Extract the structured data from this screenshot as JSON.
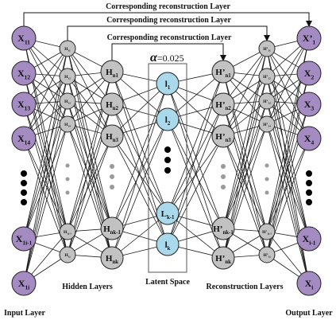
{
  "colors": {
    "input_fill": "#a48bc2",
    "hidden_fill": "#c2c2c2",
    "latent_fill": "#aad9ec",
    "node_stroke": "#222222",
    "edge": "#1a1a1a",
    "text": "#111111"
  },
  "reconstruction_labels": [
    "Corresponding reconstruction Layer",
    "Corresponding reconstruction Layer",
    "Corresponding reconstruction Layer"
  ],
  "alpha": {
    "symbol": "α",
    "value": "=0.025"
  },
  "layers": [
    {
      "name": "input",
      "caption": "Input Layer",
      "role": "input",
      "top": [
        {
          "base": "X",
          "sub": "11"
        },
        {
          "base": "X",
          "sub": "12"
        },
        {
          "base": "X",
          "sub": "13"
        },
        {
          "base": "X",
          "sub": "14"
        }
      ],
      "bottom": [
        {
          "base": "X",
          "sub": "1i-1"
        },
        {
          "base": "X",
          "sub": "1i"
        }
      ]
    },
    {
      "name": "hidden-1",
      "caption": "",
      "role": "hidden-small",
      "top": [
        {
          "base": "H",
          "sub": "11"
        },
        {
          "base": "H",
          "sub": "12"
        },
        {
          "base": "H",
          "sub": "13"
        },
        {
          "base": "H",
          "sub": "14"
        }
      ],
      "bottom": [
        {
          "base": "H",
          "sub": "1j-1"
        },
        {
          "base": "H",
          "sub": "1j"
        }
      ]
    },
    {
      "name": "hidden-n",
      "caption": "Hidden Layers",
      "role": "hidden",
      "top": [
        {
          "base": "H",
          "sub": "n1"
        },
        {
          "base": "H",
          "sub": "n2"
        },
        {
          "base": "H",
          "sub": "n3"
        }
      ],
      "bottom": [
        {
          "base": "H",
          "sub": "nk-1"
        },
        {
          "base": "H",
          "sub": "nk"
        }
      ]
    },
    {
      "name": "latent",
      "caption": "Latent Space",
      "role": "latent",
      "top": [
        {
          "base": "l",
          "sub": "1"
        },
        {
          "base": "l",
          "sub": "2"
        }
      ],
      "bottom": [
        {
          "base": "L",
          "sub": "k-1"
        },
        {
          "base": "l",
          "sub": "k"
        }
      ]
    },
    {
      "name": "recon-n",
      "caption": "Reconstruction Layers",
      "role": "hidden",
      "top": [
        {
          "base": "H’",
          "sub": "n1"
        },
        {
          "base": "H’",
          "sub": "n2"
        },
        {
          "base": "H’",
          "sub": "n3"
        }
      ],
      "bottom": [
        {
          "base": "H’",
          "sub": "nk-1"
        },
        {
          "base": "H’",
          "sub": "nk"
        }
      ]
    },
    {
      "name": "recon-1",
      "caption": "",
      "role": "hidden-small",
      "top": [
        {
          "base": "H’",
          "sub": "11"
        },
        {
          "base": "H’",
          "sub": "12"
        },
        {
          "base": "H’",
          "sub": "13"
        },
        {
          "base": "H’",
          "sub": "14"
        }
      ],
      "bottom": [
        {
          "base": "H’",
          "sub": "1j-1"
        },
        {
          "base": "H’",
          "sub": "1j"
        }
      ]
    },
    {
      "name": "output",
      "caption": "Output Layer",
      "role": "input",
      "top": [
        {
          "base": "X’",
          "sub": "1"
        },
        {
          "base": "X",
          "sub": "2"
        },
        {
          "base": "X",
          "sub": "3"
        },
        {
          "base": "X",
          "sub": "4"
        }
      ],
      "bottom": [
        {
          "base": "X",
          "sub": "i-1"
        },
        {
          "base": "X",
          "sub": "i"
        }
      ]
    }
  ]
}
